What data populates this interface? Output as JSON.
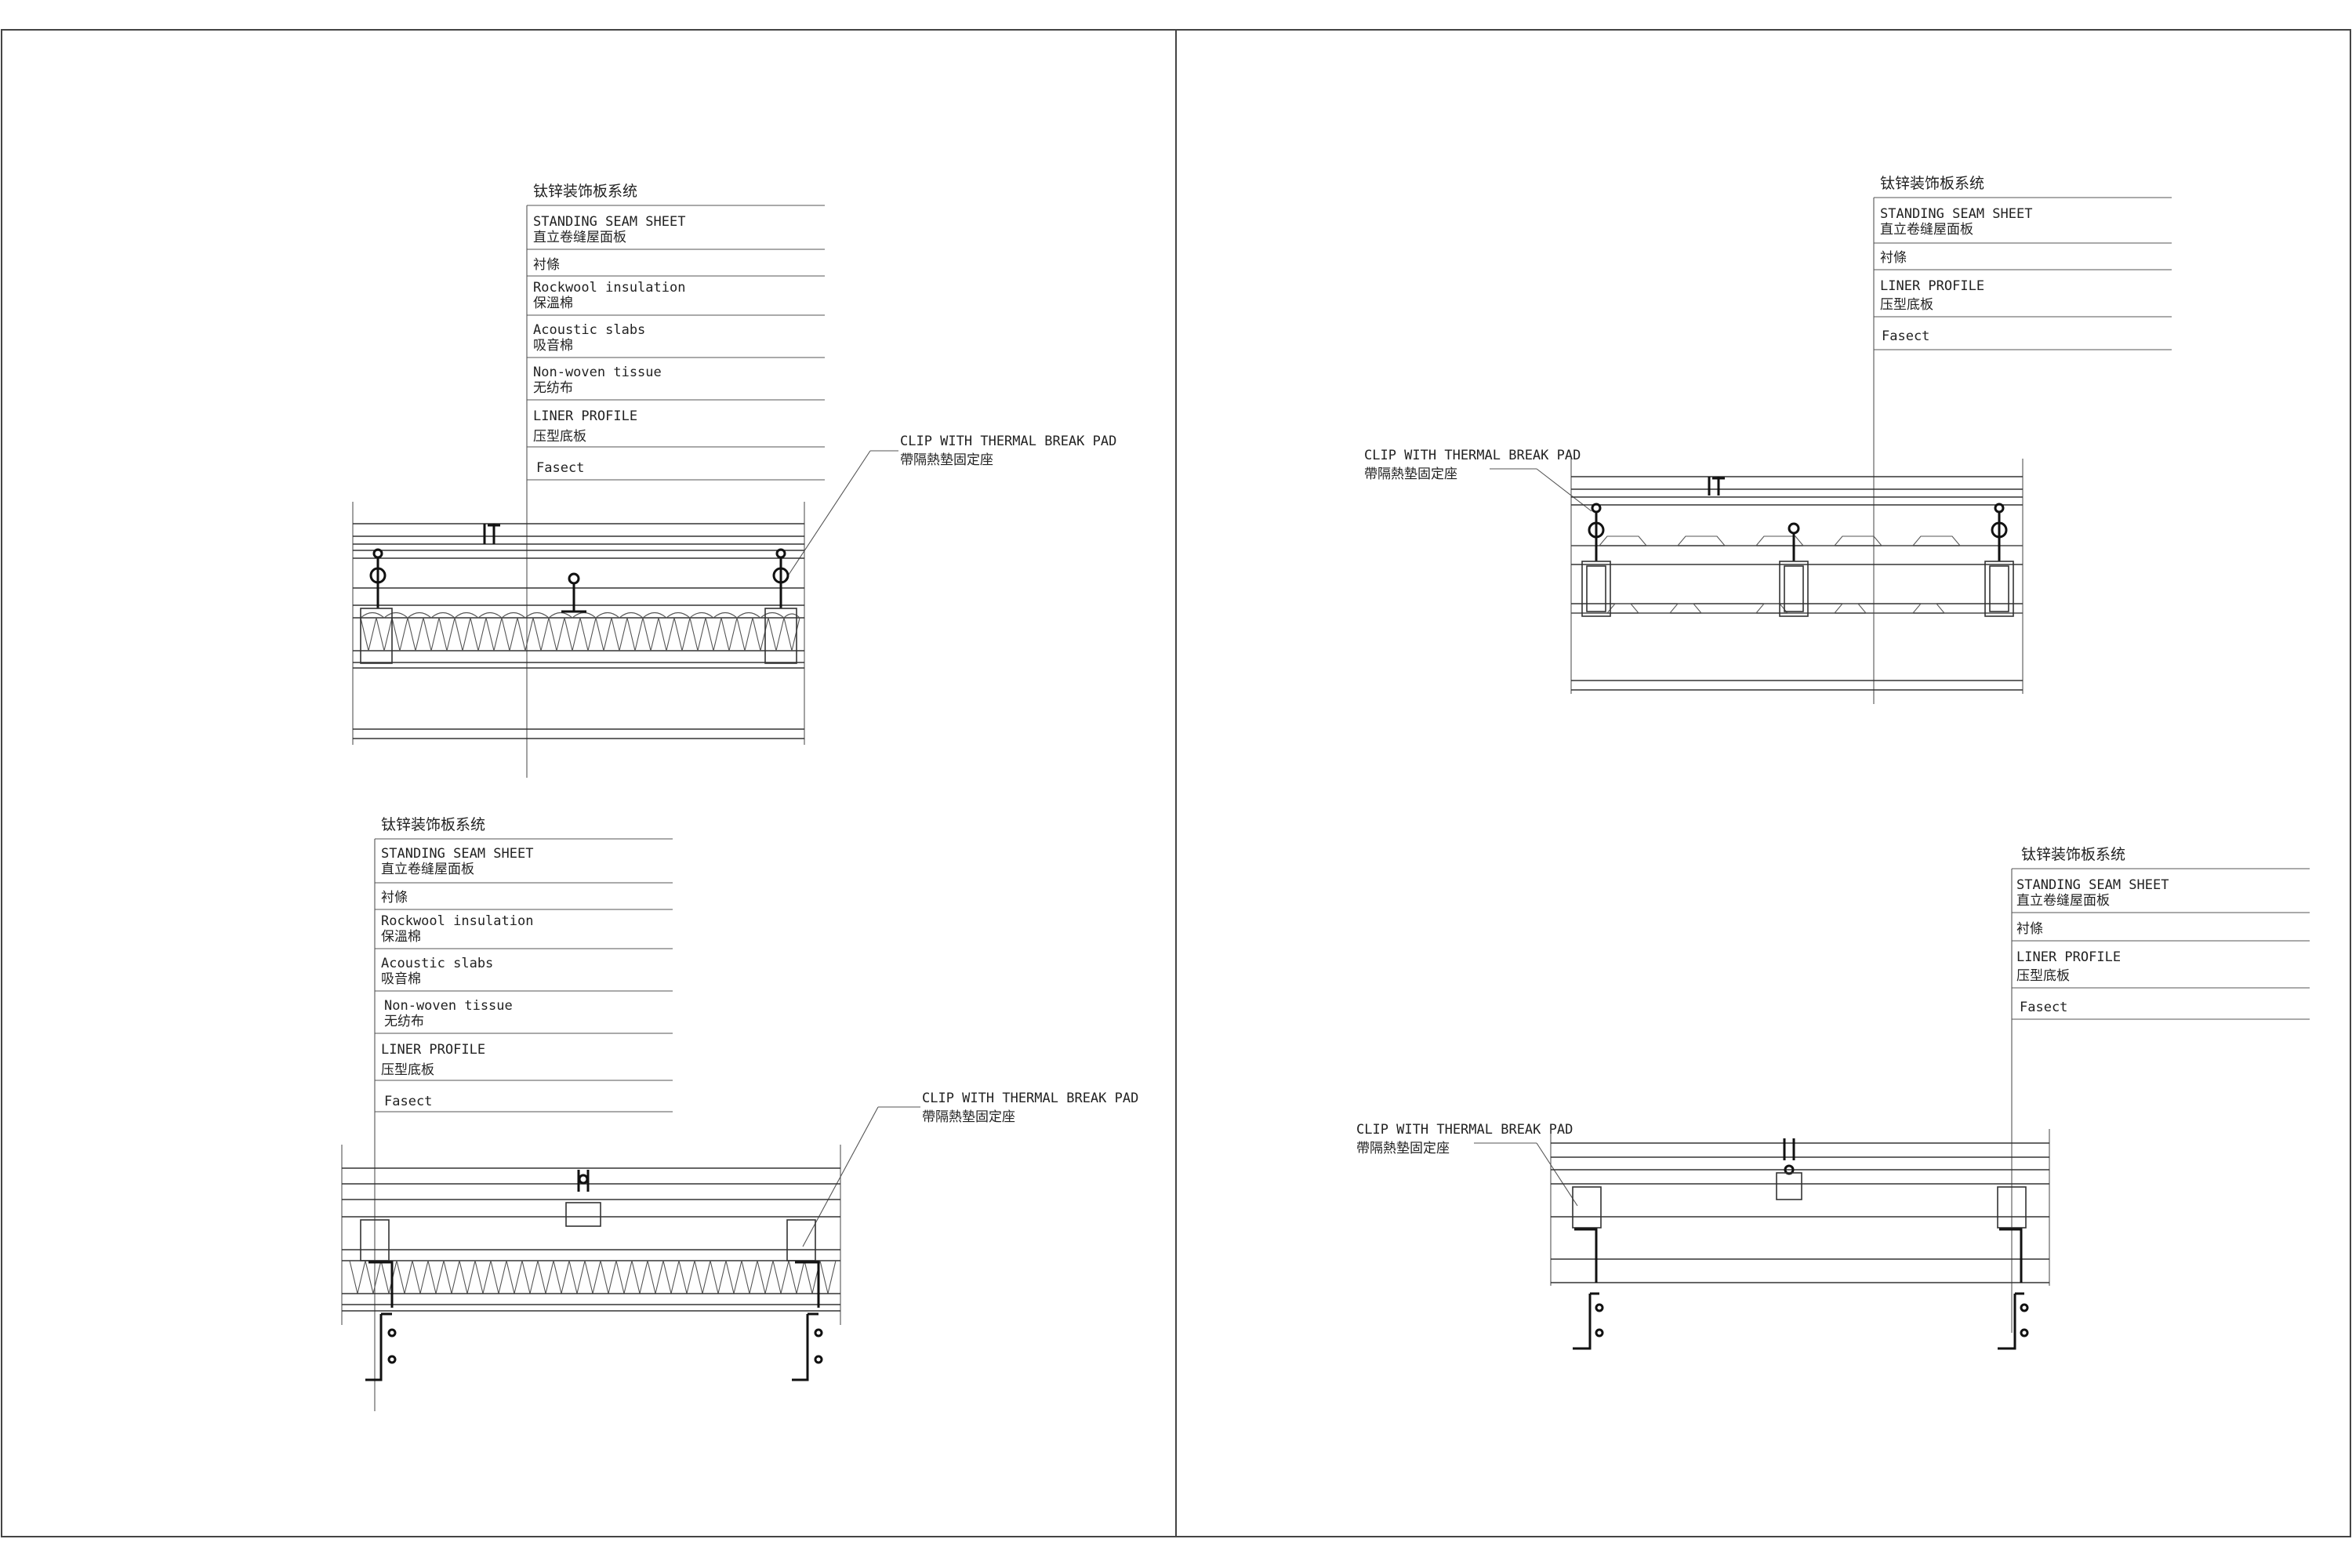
{
  "details": [
    {
      "id": "top-left",
      "system_title": "钛锌装饰板系统",
      "layers": [
        [
          "STANDING SEAM SHEET",
          "直立卷缝屋面板"
        ],
        [
          "衬條"
        ],
        [
          "Rockwool insulation",
          "保溫棉"
        ],
        [
          "Acoustic slabs",
          "吸音棉"
        ],
        [
          "Non-woven tissue",
          "无纺布"
        ],
        [
          "LINER PROFILE",
          "压型底板"
        ],
        [
          "Fasect"
        ]
      ],
      "clip_label": [
        "CLIP WITH THERMAL BREAK PAD",
        "帶隔熱墊固定座"
      ]
    },
    {
      "id": "top-right",
      "system_title": "钛锌装饰板系统",
      "layers": [
        [
          "STANDING SEAM SHEET",
          "直立卷缝屋面板"
        ],
        [
          "衬條"
        ],
        [
          "LINER PROFILE",
          "压型底板"
        ],
        [
          "Fasect"
        ]
      ],
      "clip_label": [
        "CLIP WITH THERMAL BREAK PAD",
        "帶隔熱墊固定座"
      ]
    },
    {
      "id": "bottom-left",
      "system_title": "钛锌装饰板系统",
      "layers": [
        [
          "STANDING SEAM SHEET",
          "直立卷缝屋面板"
        ],
        [
          "衬條"
        ],
        [
          "Rockwool insulation",
          "保溫棉"
        ],
        [
          "Acoustic slabs",
          "吸音棉"
        ],
        [
          "Non-woven tissue",
          "无纺布"
        ],
        [
          "LINER PROFILE",
          "压型底板"
        ],
        [
          "Fasect"
        ]
      ],
      "clip_label": [
        "CLIP WITH THERMAL BREAK PAD",
        "帶隔熱墊固定座"
      ]
    },
    {
      "id": "bottom-right",
      "system_title": "钛锌装饰板系统",
      "layers": [
        [
          "STANDING SEAM SHEET",
          "直立卷缝屋面板"
        ],
        [
          "衬條"
        ],
        [
          "LINER PROFILE",
          "压型底板"
        ],
        [
          "Fasect"
        ]
      ],
      "clip_label": [
        "CLIP WITH THERMAL BREAK PAD",
        "帶隔熱墊固定座"
      ]
    }
  ]
}
